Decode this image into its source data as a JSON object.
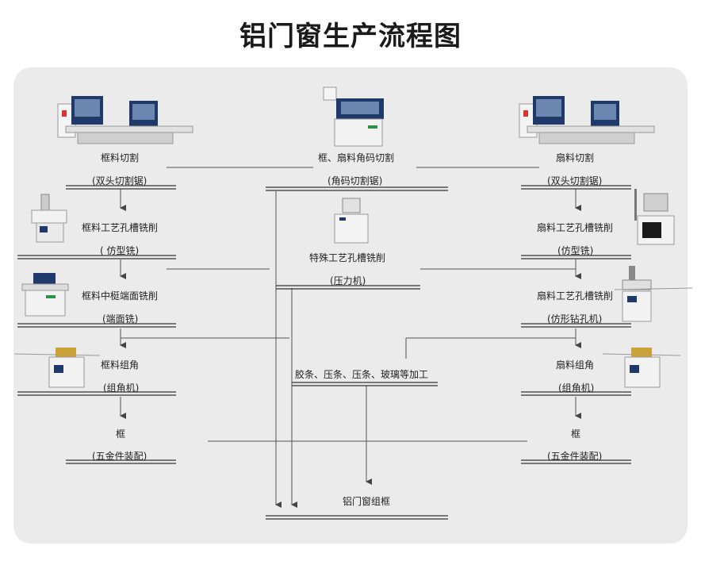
{
  "title": "铝门窗生产流程图",
  "left": {
    "s1": {
      "name": "框料切割",
      "machine": "(双头切割锯)"
    },
    "s2": {
      "name": "框料工艺孔槽铣削",
      "machine": "( 仿型铣)"
    },
    "s3": {
      "name": "框料中梃端面铣削",
      "machine": "(端面铣)"
    },
    "s4": {
      "name": "框料组角",
      "machine": "(组角机)"
    },
    "s5": {
      "name": "框",
      "machine": "(五金件装配)"
    }
  },
  "center": {
    "s1": {
      "name": "框、扇料角码切割",
      "machine": "(角码切割锯)"
    },
    "s2": {
      "name": "特殊工艺孔槽铣削",
      "machine": "(压力机)"
    },
    "s3": {
      "name": "胶条、压条、压条、玻璃等加工"
    },
    "s4": {
      "name": "铝门窗组框"
    }
  },
  "right": {
    "s1": {
      "name": "扇料切割",
      "machine": "(双头切割锯)"
    },
    "s2": {
      "name": "扇料工艺孔槽铣削",
      "machine": "(仿型铣)"
    },
    "s3": {
      "name": "扇料工艺孔槽铣削",
      "machine": "(仿形钻孔机)"
    },
    "s4": {
      "name": "扇料组角",
      "machine": "(组角机)"
    },
    "s5": {
      "name": "框",
      "machine": "(五金件装配)"
    }
  },
  "colors": {
    "panel": "#ebebeb",
    "line": "#333333",
    "accent": "#1f3a6a"
  }
}
